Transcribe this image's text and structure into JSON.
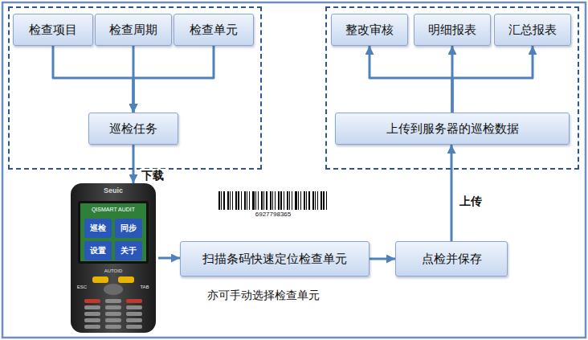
{
  "diagram": {
    "nodes": [
      {
        "text": []
      },
      {
        "text": [
          "检查项目"
        ],
        "in": 0
      },
      {
        "text": [
          "检查周期"
        ],
        "in": 0
      },
      {
        "text": [
          "检查单元"
        ],
        "in": 0
      },
      {
        "text": [
          "巡检任务"
        ],
        "in": 0
      },
      {
        "text": []
      },
      {
        "text": [
          "整改审核"
        ],
        "in": 5
      },
      {
        "text": [
          "明细报表"
        ],
        "in": 5
      },
      {
        "text": [
          "汇总报表"
        ],
        "in": 5
      },
      {
        "text": [
          "上传到服务器的巡检数据"
        ],
        "in": 5
      },
      {
        "text": [
          "Seuic",
          "QISMART AUDIT",
          "巡检",
          "同步",
          "设置",
          "关于",
          "ESC",
          "TAB",
          "AUTOID"
        ]
      },
      {
        "text": [
          "扫描条码快速定位检查单元"
        ]
      },
      {
        "text": [
          "点检并保存"
        ]
      }
    ],
    "edges": [
      {
        "from": 1,
        "to": 4,
        "arrow": "to"
      },
      {
        "from": 2,
        "to": 4,
        "arrow": "to"
      },
      {
        "from": 3,
        "to": 4,
        "arrow": "to"
      },
      {
        "from": 4,
        "to": 10,
        "label": "下载",
        "arrow": "to"
      },
      {
        "from": 10,
        "to": 11,
        "arrow": "to"
      },
      {
        "from": 11,
        "to": 12,
        "arrow": "to"
      },
      {
        "from": 12,
        "to": 9,
        "label": "上传",
        "arrow": "to"
      },
      {
        "from": 9,
        "to": 6,
        "arrow": "to"
      },
      {
        "from": 9,
        "to": 7,
        "arrow": "to"
      },
      {
        "from": 9,
        "to": 8,
        "arrow": "to"
      }
    ],
    "labels": [
      "6927798365",
      "亦可手动选择检查单元"
    ]
  }
}
